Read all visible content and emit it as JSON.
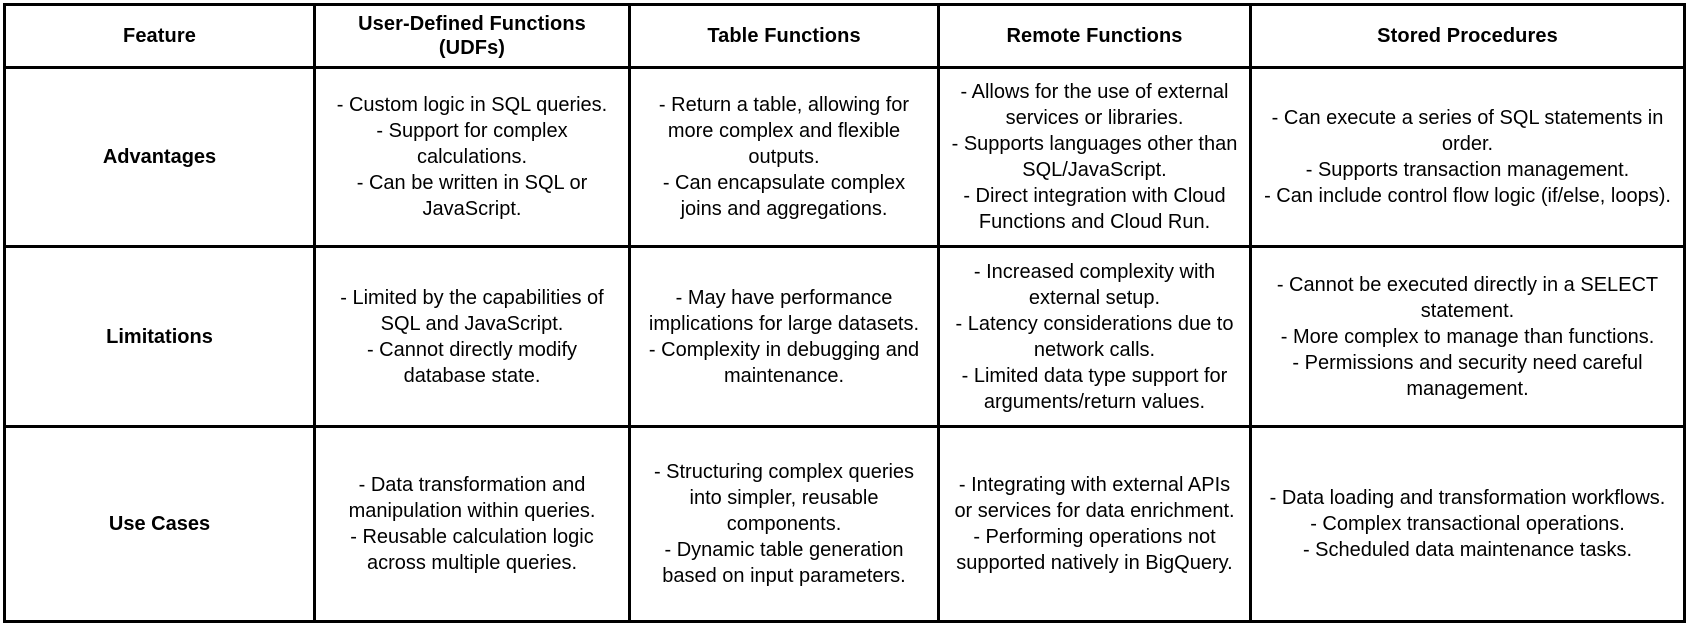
{
  "table": {
    "headers": [
      "Feature",
      "User-Defined Functions (UDFs)",
      "Table Functions",
      "Remote Functions",
      "Stored Procedures"
    ],
    "rows": [
      {
        "label": "Advantages",
        "cells": [
          "- Custom logic in SQL queries. - Support for complex calculations. - Can be written in SQL or JavaScript.",
          "- Return a table, allowing for more complex and flexible outputs. - Can encapsulate complex joins and aggregations.",
          "- Allows for the use of external services or libraries. - Supports languages other than SQL/JavaScript. - Direct integration with Cloud Functions and Cloud Run.",
          "- Can execute a series of SQL statements in order. - Supports transaction management. - Can include control flow logic (if/else, loops)."
        ],
        "cell_lines": [
          [
            "- Custom logic in SQL queries.",
            "- Support for complex calculations.",
            "- Can be written in SQL or JavaScript."
          ],
          [
            "- Return a table, allowing for more complex and flexible outputs.",
            "- Can encapsulate complex joins and aggregations."
          ],
          [
            "- Allows for the use of external services or libraries.",
            "- Supports languages other than SQL/JavaScript.",
            "- Direct integration with Cloud Functions and Cloud Run."
          ],
          [
            "- Can execute a series of SQL statements in order.",
            "- Supports transaction management.",
            "- Can include control flow logic (if/else, loops)."
          ]
        ]
      },
      {
        "label": "Limitations",
        "cells": [
          "- Limited by the capabilities of SQL and JavaScript. - Cannot directly modify database state.",
          "- May have performance implications for large datasets. - Complexity in debugging and maintenance.",
          "- Increased complexity with external setup. - Latency considerations due to network calls. - Limited data type support for arguments/return values.",
          "- Cannot be executed directly in a SELECT statement. - More complex to manage than functions. - Permissions and security need careful management."
        ],
        "cell_lines": [
          [
            "- Limited by the capabilities of SQL and JavaScript.",
            "- Cannot directly modify database state."
          ],
          [
            "- May have performance implications for large datasets.",
            "- Complexity in debugging and maintenance."
          ],
          [
            "- Increased complexity with external setup.",
            "- Latency considerations due to network calls.",
            "- Limited data type support for arguments/return values."
          ],
          [
            "- Cannot be executed directly in a SELECT statement.",
            "- More complex to manage than functions.",
            "- Permissions and security need careful management."
          ]
        ]
      },
      {
        "label": "Use Cases",
        "cells": [
          "- Data transformation and manipulation within queries. - Reusable calculation logic across multiple queries.",
          "- Structuring complex queries into simpler, reusable components. - Dynamic table generation based on input parameters.",
          "- Integrating with external APIs or services for data enrichment. - Performing operations not supported natively in BigQuery.",
          "- Data loading and transformation workflows. - Complex transactional operations. - Scheduled data maintenance tasks."
        ],
        "cell_lines": [
          [
            "- Data transformation and manipulation within queries.",
            "- Reusable calculation logic across multiple queries."
          ],
          [
            "- Structuring complex queries into simpler, reusable components.",
            "- Dynamic table generation based on input parameters."
          ],
          [
            "- Integrating with external APIs or services for data enrichment.",
            "- Performing operations not supported natively in BigQuery."
          ],
          [
            "- Data loading and transformation workflows.",
            "- Complex transactional operations.",
            "- Scheduled data maintenance tasks."
          ]
        ]
      }
    ]
  },
  "colors": {
    "border": "#000000",
    "background": "#ffffff",
    "text": "#000000"
  }
}
